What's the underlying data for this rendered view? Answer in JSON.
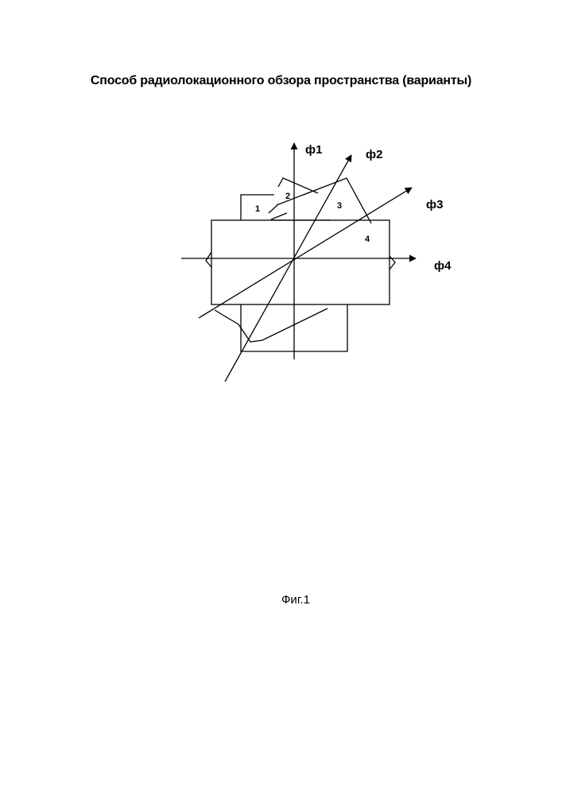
{
  "title": "Способ радиолокационного обзора пространства (варианты)",
  "figure": {
    "axes": {
      "phi1": "ф1",
      "phi2": "ф2",
      "phi3": "ф3",
      "phi4": "ф4"
    },
    "regions": [
      "1",
      "2",
      "3",
      "4"
    ],
    "caption": "Фиг.1"
  },
  "colors": {
    "ink": "#000000",
    "paper": "#ffffff"
  }
}
